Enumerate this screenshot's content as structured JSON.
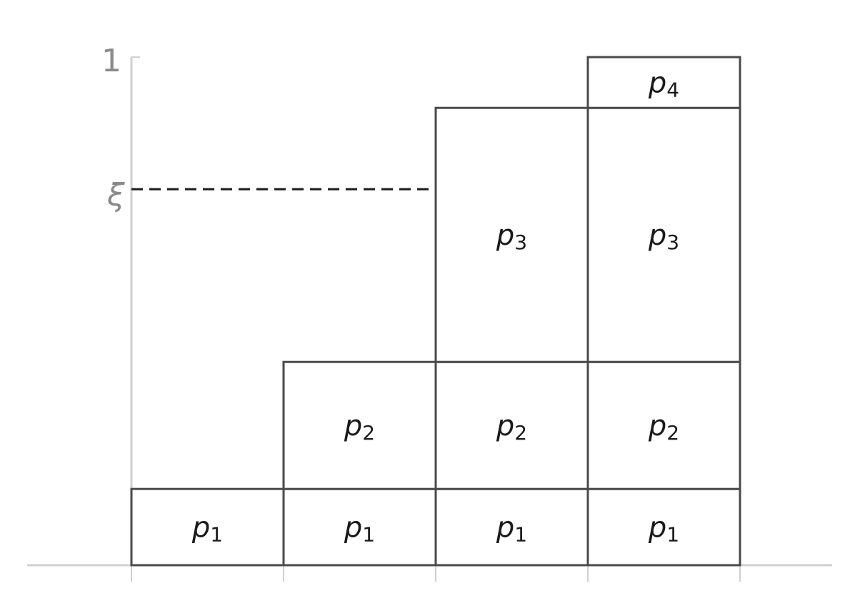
{
  "y_axis": {
    "top_label": "1",
    "level_label": "ξ",
    "level_value": 0.74
  },
  "columns": [
    {
      "blocks": [
        {
          "var": "p",
          "sub": "1",
          "from": 0,
          "to": 0.15
        }
      ]
    },
    {
      "blocks": [
        {
          "var": "p",
          "sub": "1",
          "from": 0,
          "to": 0.15
        },
        {
          "var": "p",
          "sub": "2",
          "from": 0.15,
          "to": 0.4
        }
      ]
    },
    {
      "blocks": [
        {
          "var": "p",
          "sub": "1",
          "from": 0,
          "to": 0.15
        },
        {
          "var": "p",
          "sub": "2",
          "from": 0.15,
          "to": 0.4
        },
        {
          "var": "p",
          "sub": "3",
          "from": 0.4,
          "to": 0.9
        }
      ]
    },
    {
      "blocks": [
        {
          "var": "p",
          "sub": "1",
          "from": 0,
          "to": 0.15
        },
        {
          "var": "p",
          "sub": "2",
          "from": 0.15,
          "to": 0.4
        },
        {
          "var": "p",
          "sub": "3",
          "from": 0.4,
          "to": 0.9
        },
        {
          "var": "p",
          "sub": "4",
          "from": 0.9,
          "to": 1.0
        }
      ]
    }
  ],
  "colors": {
    "block_stroke": "#4a4a4a",
    "axis": "#d0d0d0",
    "text": "#1a1a1a",
    "axis_text": "#8a8a8a"
  }
}
